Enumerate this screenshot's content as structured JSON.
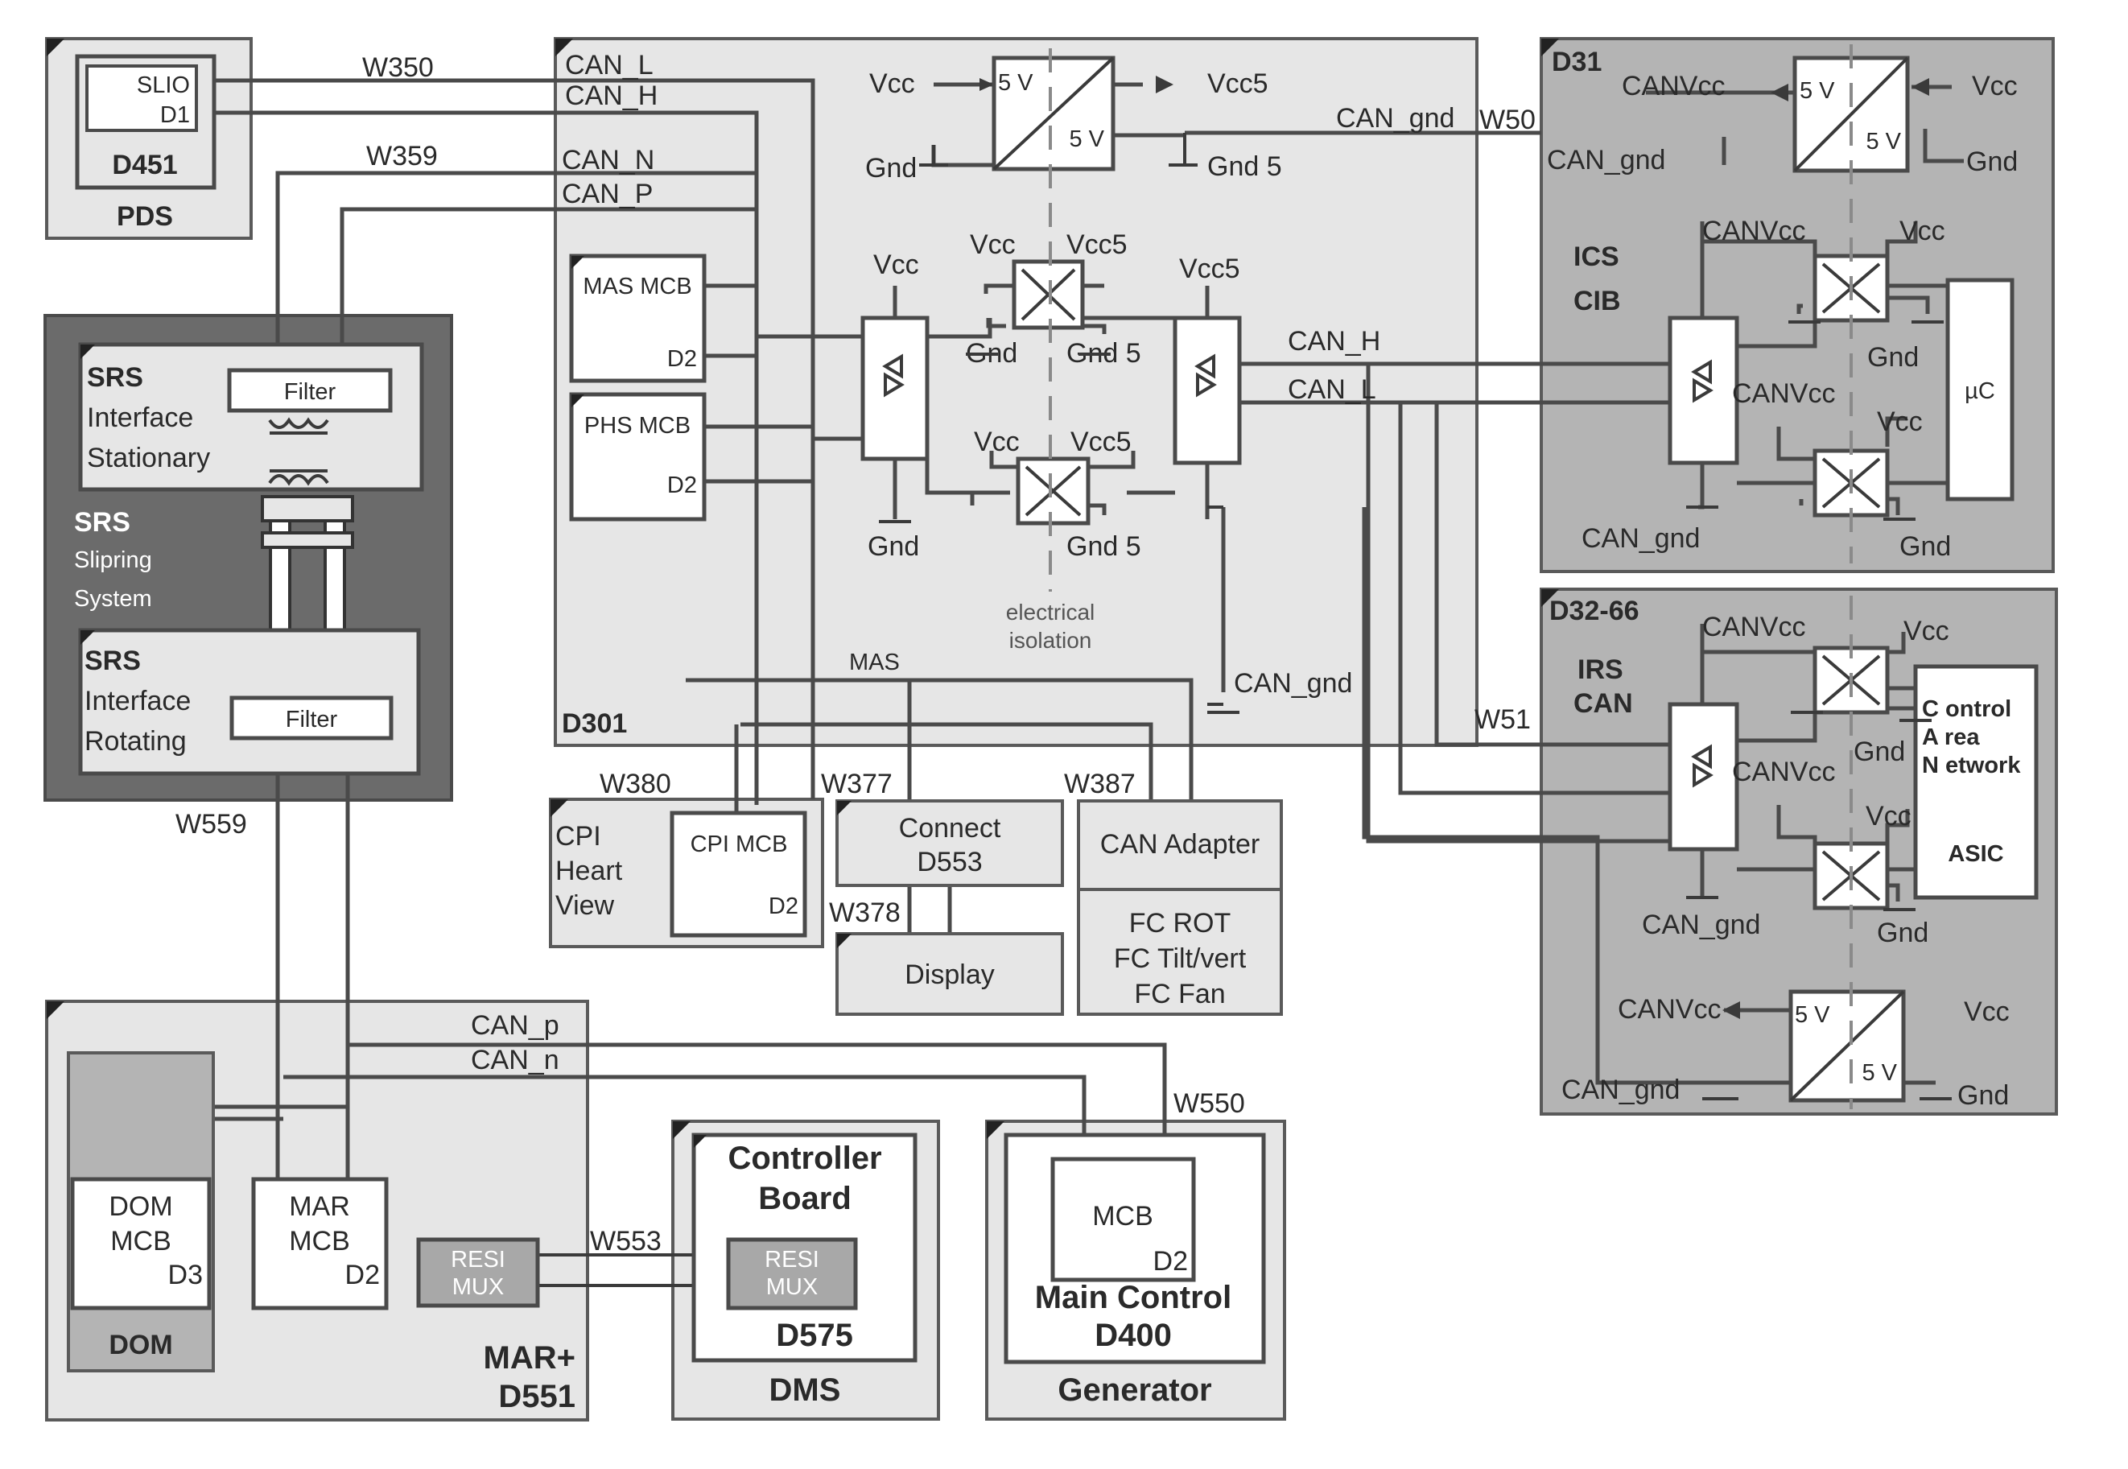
{
  "colors": {
    "panel_light": "#e6e6e6",
    "panel_mid": "#b4b4b4",
    "panel_dark": "#6b6b6b",
    "line": "#4a4a4a",
    "box": "#ffffff",
    "resi": "#a8a8a8"
  },
  "pds": {
    "box_label": "D451",
    "unit_label": "PDS",
    "port1": "SLIO",
    "port2": "D1"
  },
  "wires": {
    "w350": "W350",
    "w359": "W359",
    "w380": "W380",
    "w377": "W377",
    "w378": "W378",
    "w387": "W387",
    "w559": "W559",
    "w553": "W553",
    "w550": "W550",
    "w50": "W50",
    "w51": "W51"
  },
  "srs": {
    "stationary": [
      "SRS",
      "Interface",
      "Stationary"
    ],
    "system": [
      "SRS",
      "Slipring",
      "System"
    ],
    "rotating": [
      "SRS",
      "Interface",
      "Rotating"
    ],
    "filter": "Filter"
  },
  "d301": {
    "name": "D301",
    "can_l": "CAN_L",
    "can_h": "CAN_H",
    "can_n": "CAN_N",
    "can_p": "CAN_P",
    "can_h_out": "CAN_H",
    "can_l_out": "CAN_L",
    "mas_mcb": "MAS MCB",
    "phs_mcb": "PHS MCB",
    "d2": "D2",
    "vcc": "Vcc",
    "vcc5": "Vcc5",
    "gnd": "Gnd",
    "gnd5": "Gnd 5",
    "v5": "5 V",
    "can_gnd": "CAN_gnd",
    "isolation": [
      "electrical",
      "isolation"
    ],
    "mas": "MAS"
  },
  "cpi": {
    "title": [
      "CPI",
      "Heart",
      "View"
    ],
    "mcb": "CPI MCB",
    "d2": "D2"
  },
  "connect": [
    "Connect",
    "D553"
  ],
  "display": "Display",
  "can_adapter": {
    "title": "CAN Adapter",
    "items": [
      "FC ROT",
      "FC Tilt/vert",
      "FC Fan"
    ]
  },
  "d31": {
    "name": "D31",
    "canvcc": "CANVcc",
    "vcc": "Vcc",
    "gnd": "Gnd",
    "can_gnd": "CAN_gnd",
    "v5": "5 V",
    "ics": "ICS",
    "cib": "CIB",
    "uc": "µC"
  },
  "d32": {
    "name": "D32-66",
    "irs": "IRS",
    "can": "CAN",
    "canvcc": "CANVcc",
    "vcc": "Vcc",
    "gnd": "Gnd",
    "can_gnd": "CAN_gnd",
    "v5": "5 V",
    "asic_lines": [
      "C ontrol",
      "A rea",
      "N etwork"
    ],
    "asic": "ASIC"
  },
  "mar": {
    "can_p": "CAN_p",
    "can_n": "CAN_n",
    "dom_mcb": [
      "DOM",
      "MCB",
      "D3"
    ],
    "dom": "DOM",
    "mar_mcb": [
      "MAR",
      "MCB",
      "D2"
    ],
    "resi": [
      "RESI",
      "MUX"
    ],
    "title": [
      "MAR+",
      "D551"
    ]
  },
  "dms": {
    "board": [
      "Controller",
      "Board"
    ],
    "resi": [
      "RESI",
      "MUX"
    ],
    "d575": "D575",
    "name": "DMS"
  },
  "gen": {
    "mcb": "MCB",
    "d2": "D2",
    "main": [
      "Main Control",
      "D400"
    ],
    "name": "Generator"
  }
}
